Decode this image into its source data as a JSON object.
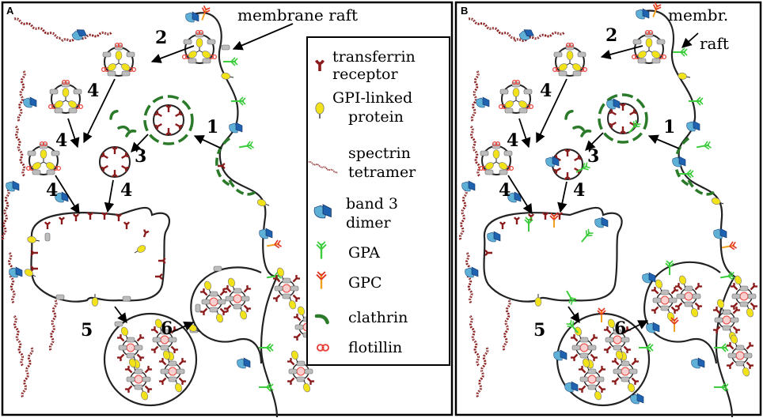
{
  "panels": [
    {
      "letter": "A",
      "raft_label": "membrane raft",
      "raft_label_2": ""
    },
    {
      "letter": "B",
      "raft_label": "membr.",
      "raft_label_2": "raft"
    }
  ],
  "step_numbers": [
    "1",
    "2",
    "3",
    "4",
    "5",
    "6"
  ],
  "legend": [
    {
      "line1": "transferrin",
      "line2": "receptor",
      "icon": "transferrin-receptor-icon"
    },
    {
      "line1": "GPI-linked",
      "line2": "protein",
      "icon": "gpi-protein-icon"
    },
    {
      "line1": "spectrin",
      "line2": "tetramer",
      "icon": "spectrin-icon"
    },
    {
      "line1": "band 3",
      "line2": "dimer",
      "icon": "band3-icon"
    },
    {
      "line1": "GPA",
      "line2": "",
      "icon": "gpa-icon"
    },
    {
      "line1": "GPC",
      "line2": "",
      "icon": "gpc-icon"
    },
    {
      "line1": "clathrin",
      "line2": "",
      "icon": "clathrin-icon"
    },
    {
      "line1": "flotillin",
      "line2": "",
      "icon": "flotillin-icon"
    }
  ],
  "colors": {
    "transferrin": "#8b1a1a",
    "gpi": "#f2e21a",
    "band3": "#1f63b0",
    "band3_light": "#5fb0d6",
    "gpa": "#3dcc3d",
    "gpc": "#e0321e",
    "clathrin": "#2a7a2a",
    "flotillin": "#e8413a",
    "raft": "#bdbdbd"
  }
}
